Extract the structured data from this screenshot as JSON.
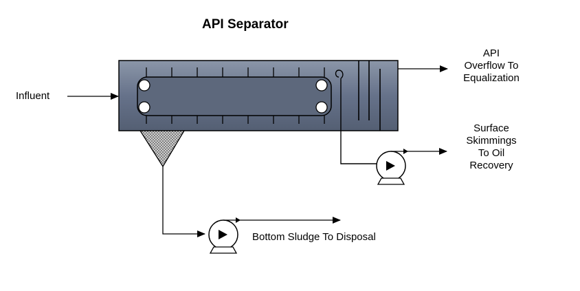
{
  "title": "API Separator",
  "labels": {
    "influent": "Influent",
    "overflow_line1": "API",
    "overflow_line2": "Overflow To",
    "overflow_line3": "Equalization",
    "skim_line1": "Surface",
    "skim_line2": "Skimmings",
    "skim_line3": "To Oil",
    "skim_line4": "Recovery",
    "sludge": "Bottom Sludge To Disposal"
  },
  "colors": {
    "tank_fill": "#5f6b7e",
    "tank_highlight": "#8691a3",
    "channel_fill": "#5a6578",
    "roller_fill": "#ffffff",
    "hopper_fill": "#c8c8c8",
    "line": "#000000",
    "pump_fill": "#ffffff"
  }
}
